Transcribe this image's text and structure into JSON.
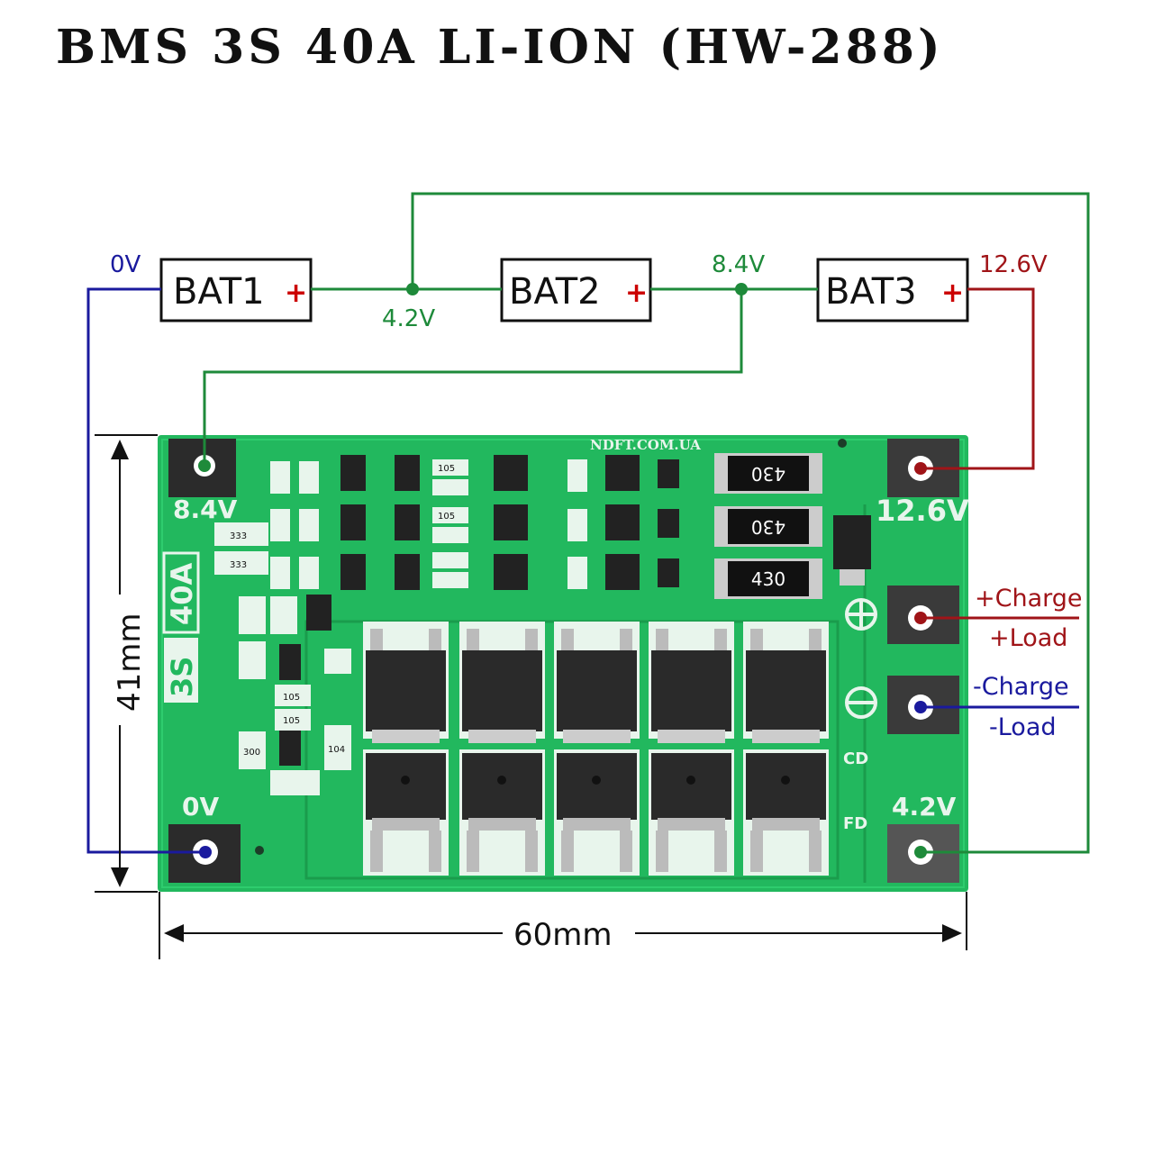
{
  "title": "BMS 3S 40A LI-ION (HW-288)",
  "colors": {
    "green_wire": "#1e8a3a",
    "blue_wire": "#1a1a9e",
    "red_wire": "#a01418",
    "board": "#22b85e",
    "silk": "#e8f5ec"
  },
  "batteries": [
    {
      "name": "BAT1",
      "plus": "+"
    },
    {
      "name": "BAT2",
      "plus": "+"
    },
    {
      "name": "BAT3",
      "plus": "+"
    }
  ],
  "voltages": {
    "v0": "0V",
    "v42": "4.2V",
    "v84": "8.4V",
    "v126": "12.6V"
  },
  "board": {
    "watermark": "NDFT.COM.UA",
    "pad_84": "8.4V",
    "pad_126": "12.6V",
    "pad_0": "0V",
    "pad_42": "4.2V",
    "model_3s": "3S",
    "model_40a": "40A",
    "cd": "CD",
    "fd": "FD",
    "resistors": [
      "430",
      "430",
      "430"
    ],
    "small_codes": [
      "333",
      "333",
      "105",
      "105",
      "105",
      "105",
      "300",
      "104"
    ]
  },
  "outputs": {
    "plus_charge": "+Charge",
    "plus_load": "+Load",
    "minus_charge": "-Charge",
    "minus_load": "-Load"
  },
  "dimensions": {
    "height": "41mm",
    "width": "60mm"
  }
}
